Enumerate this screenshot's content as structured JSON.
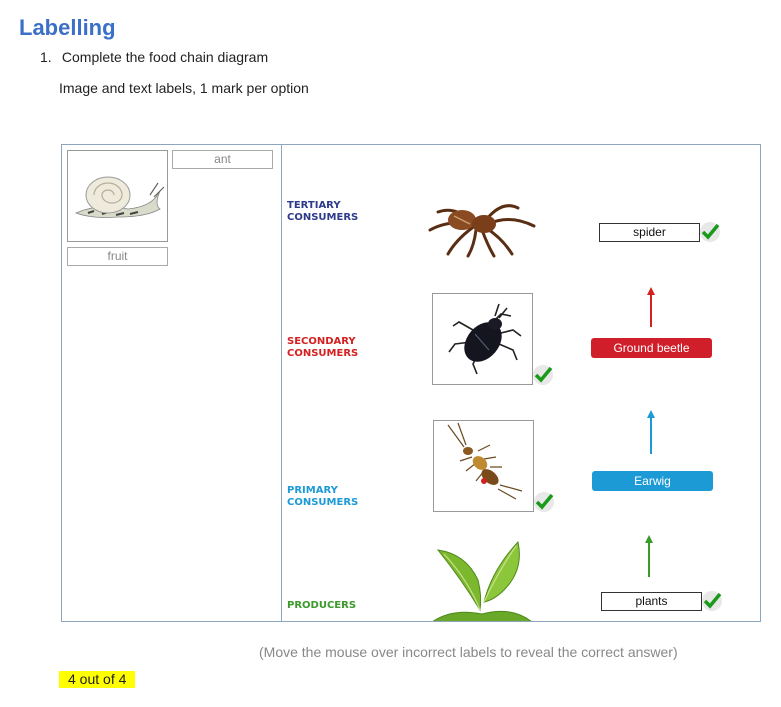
{
  "page": {
    "title": "Labelling",
    "question_number": "1.",
    "question_text": "Complete the food chain diagram",
    "instruction": "Image and text labels, 1 mark per option",
    "hint": "(Move the mouse over incorrect labels to reveal the correct answer)",
    "score": "4 out of 4"
  },
  "pool": {
    "label_ant": "ant",
    "label_fruit": "fruit",
    "image_snail": "snail-image"
  },
  "levels": {
    "tertiary_1": "TERTIARY",
    "tertiary_2": "CONSUMERS",
    "secondary_1": "SECONDARY",
    "secondary_2": "CONSUMERS",
    "primary_1": "PRIMARY",
    "primary_2": "CONSUMERS",
    "producers": "PRODUCERS"
  },
  "answers": {
    "tertiary_label": "spider",
    "secondary_label": "Ground beetle",
    "primary_label": "Earwig",
    "producer_label": "plants"
  },
  "colors": {
    "title": "#3b6fc8",
    "tertiary": "#2e3a8c",
    "secondary": "#d42020",
    "primary": "#1c9ad6",
    "producers": "#3a9a2a",
    "tick": "#1a9a1a",
    "score_highlight": "#ffff00"
  }
}
